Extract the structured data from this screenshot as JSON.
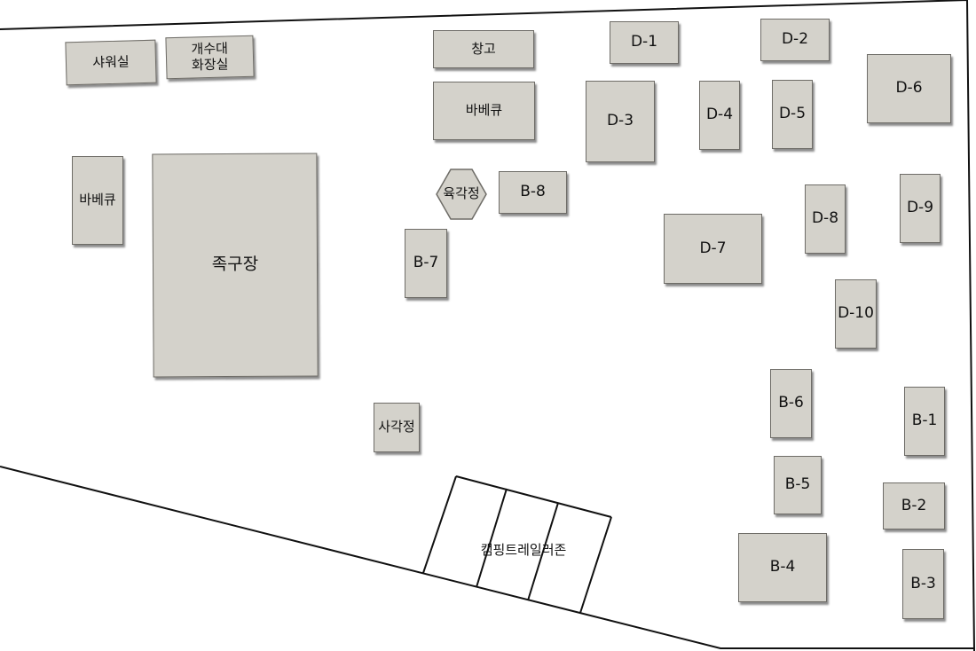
{
  "colors": {
    "background": "#ffffff",
    "site_fill": "#d4d2cb",
    "site_border": "#6e6c67",
    "boundary_line": "#111111"
  },
  "facilities": {
    "shower": "샤워실",
    "sink_restroom": "개수대\n화장실",
    "storage": "창고",
    "bbq_center": "바베큐",
    "bbq_left": "바베큐",
    "footvolley_court": "족구장",
    "hexagon_pavilion": "육각정",
    "square_pavilion": "사각정",
    "trailer_zone": "캠핑트레일러존"
  },
  "sites": {
    "D1": "D-1",
    "D2": "D-2",
    "D3": "D-3",
    "D4": "D-4",
    "D5": "D-5",
    "D6": "D-6",
    "D7": "D-7",
    "D8": "D-8",
    "D9": "D-9",
    "D10": "D-10",
    "B1": "B-1",
    "B2": "B-2",
    "B3": "B-3",
    "B4": "B-4",
    "B5": "B-5",
    "B6": "B-6",
    "B7": "B-7",
    "B8": "B-8"
  }
}
